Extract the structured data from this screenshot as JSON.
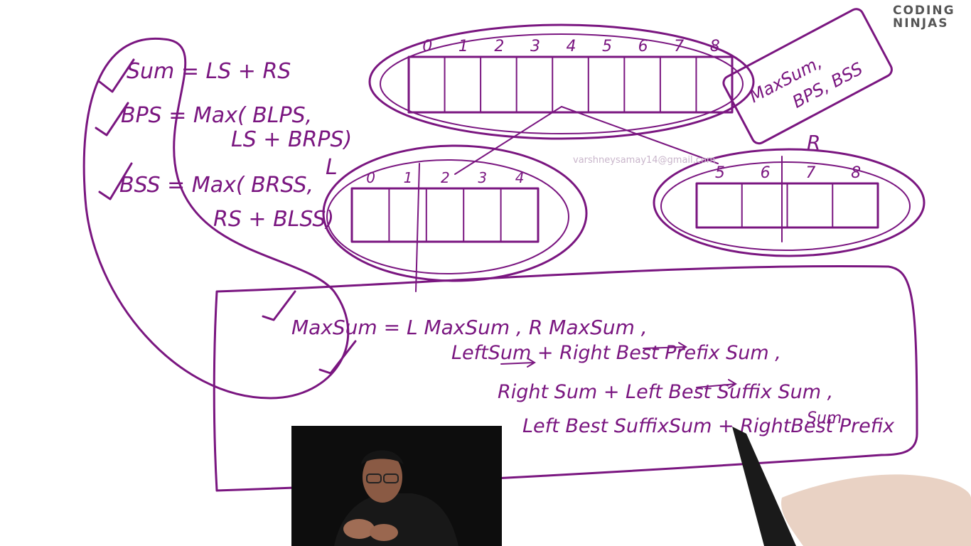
{
  "brand": {
    "logo_line1": "CODING",
    "logo_line2": "NINJAS",
    "logo_tagline": "",
    "accent_color": "#d8442c"
  },
  "ink_color": "#7a1680",
  "watermark": "varshneysamay14@gmail.com",
  "formulas": {
    "sum": "Sum = LS + RS",
    "bps_line1": "BPS = Max( BLPS,",
    "bps_line2": "LS + BRPS)",
    "bss_line1": "BSS = Max( BRSS,",
    "bss_line2": "RS + BLSS)"
  },
  "top_array": {
    "indices": [
      "0",
      "1",
      "2",
      "3",
      "4",
      "5",
      "6",
      "7",
      "8"
    ]
  },
  "left_array": {
    "label": "L",
    "indices": [
      "0",
      "1",
      "2",
      "3",
      "4"
    ]
  },
  "right_array": {
    "label": "R",
    "indices": [
      "5",
      "6",
      "7",
      "8"
    ]
  },
  "annotation": {
    "line1": "MaxSum,",
    "line2": "BPS, BSS"
  },
  "maxsum": {
    "line1": "MaxSum = L MaxSum , R MaxSum ,",
    "line2": "LeftSum + Right Best Prefix Sum ,",
    "line3": "Right Sum + Left Best Suffix Sum ,",
    "line4a": "Left Best SuffixSum + RightBest Prefix",
    "line4b": "Sum"
  }
}
